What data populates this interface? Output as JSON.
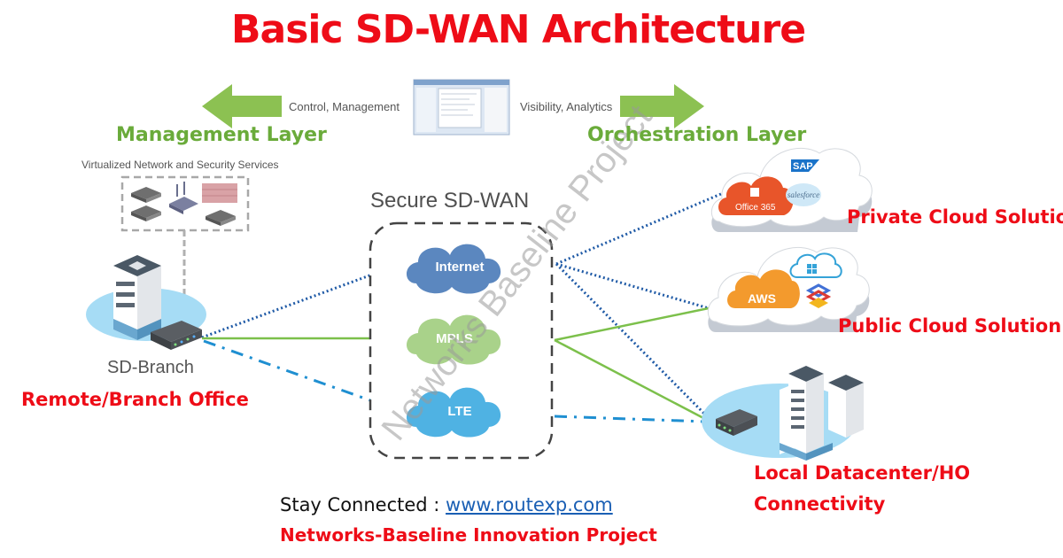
{
  "title": "Basic SD-WAN Architecture",
  "top_bar": {
    "left_caption": "Control, Management",
    "right_caption": "Visibility, Analytics",
    "center_graphic": "management-console-screenshot"
  },
  "layers": {
    "management": "Management Layer",
    "orchestration": "Orchestration Layer"
  },
  "virtual_services": {
    "caption": "Virtualized Network and Security Services",
    "devices": [
      "switch",
      "switch",
      "wireless-router",
      "firewall",
      "switch"
    ]
  },
  "branch": {
    "device_label": "SD-Branch",
    "site_label": "Remote/Branch Office"
  },
  "sdwan": {
    "title": "Secure SD-WAN",
    "transports": [
      {
        "name": "Internet",
        "color": "#5b87bf"
      },
      {
        "name": "MPLS",
        "color": "#a9d28a"
      },
      {
        "name": "LTE",
        "color": "#4fb2e3"
      }
    ]
  },
  "destinations": {
    "private_cloud": {
      "label": "Private Cloud Solution",
      "apps": [
        "SAP",
        "salesforce",
        "Office 365"
      ]
    },
    "public_cloud": {
      "label": "Public Cloud Solution",
      "apps": [
        "AWS",
        "Azure",
        "Google Cloud"
      ]
    },
    "datacenter": {
      "label_line1": "Local Datacenter/HO",
      "label_line2": "Connectivity"
    }
  },
  "links": {
    "internet_style": "dotted",
    "mpls_style": "solid",
    "lte_style": "dash-dot",
    "colors": {
      "internet": "#1f5aa6",
      "mpls": "#7cc04b",
      "lte": "#1f8fd1"
    }
  },
  "footer": {
    "stay_connected": "Stay Connected : ",
    "url": "www.routexp.com",
    "project": "Networks-Baseline Innovation Project"
  },
  "watermark": "Networks Baseline Project",
  "colors": {
    "title_red": "#ee0c17",
    "layer_green": "#6aab3a",
    "arrow_green": "#8cc152"
  }
}
